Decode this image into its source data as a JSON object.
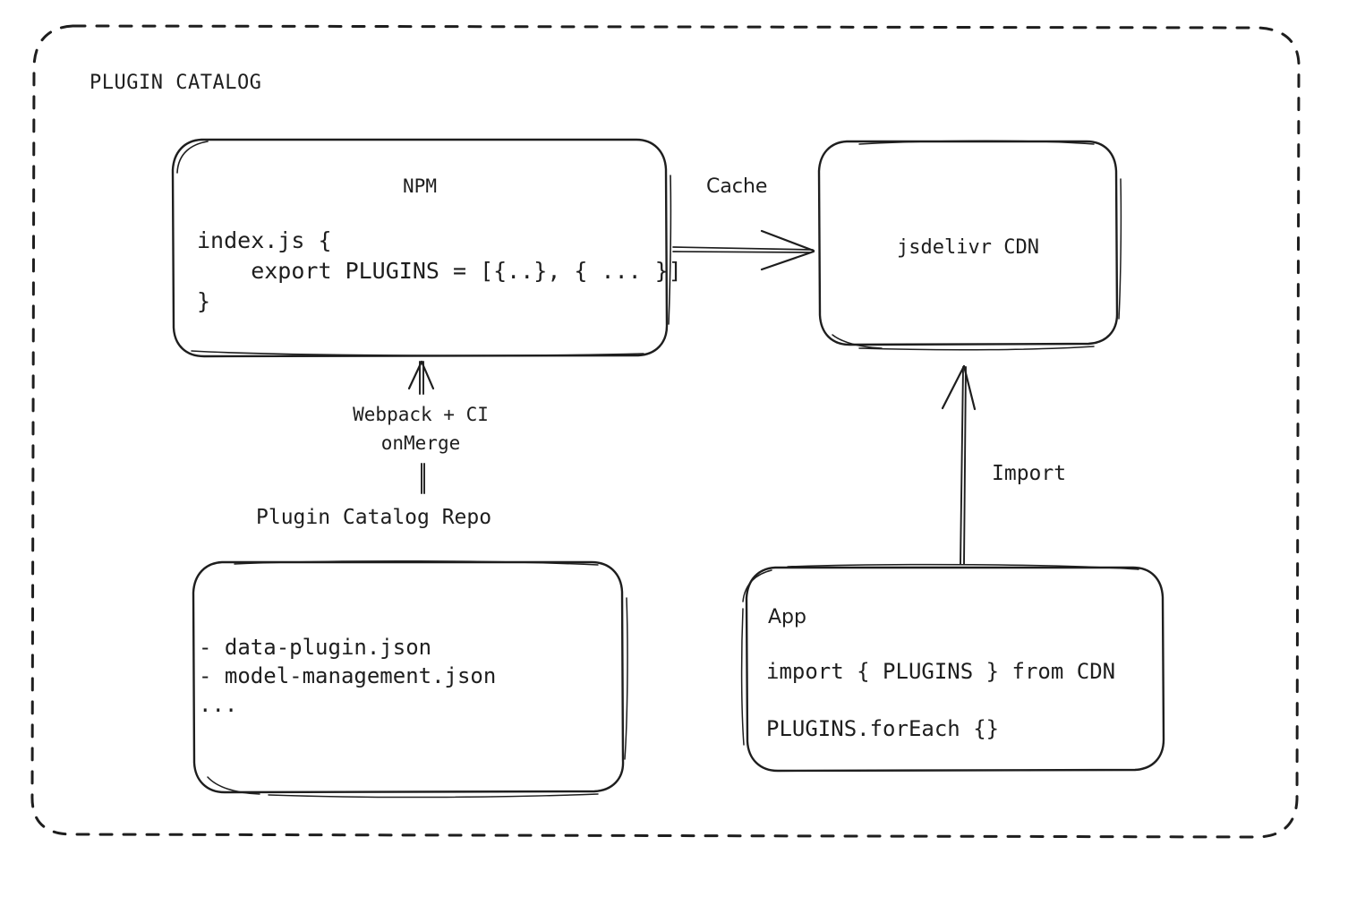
{
  "frame": {
    "title": "PLUGIN CATALOG",
    "border_style": "dashed",
    "color": "#1e1e1e"
  },
  "nodes": {
    "npm": {
      "title": "NPM",
      "code": "index.js {\n    export PLUGINS = [{..}, { ... }]\n}"
    },
    "cdn": {
      "title": "jsdelivr CDN"
    },
    "repo": {
      "label": "Plugin Catalog Repo",
      "items": "- data-plugin.json\n- model-management.json\n..."
    },
    "app": {
      "title": "App",
      "line1": "import { PLUGINS } from CDN",
      "line2": "PLUGINS.forEach {}"
    }
  },
  "edges": {
    "cache": {
      "label": "Cache",
      "from": "npm",
      "to": "cdn",
      "direction": "right"
    },
    "build": {
      "label": "Webpack + CI\nonMerge",
      "from": "repo",
      "to": "npm",
      "direction": "up"
    },
    "import": {
      "label": "Import",
      "from": "app",
      "to": "cdn",
      "direction": "up"
    }
  },
  "colors": {
    "stroke": "#1e1e1e",
    "background": "#ffffff"
  }
}
